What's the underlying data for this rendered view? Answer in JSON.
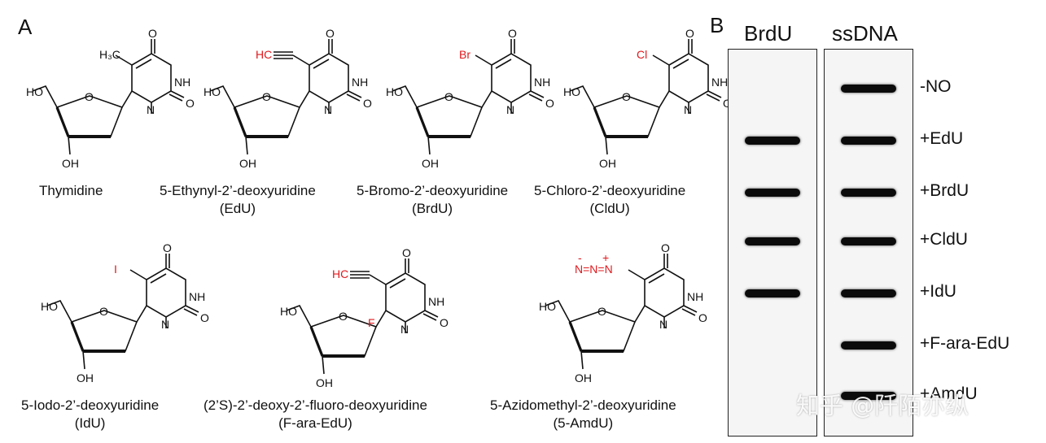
{
  "panelA": {
    "letter": "A",
    "common_atoms": {
      "oh": "OH",
      "ho": "HO",
      "nh": "NH",
      "n": "N",
      "o": "O"
    },
    "compounds": [
      {
        "name": "Thymidine",
        "abbr": "",
        "substituent": "H₃C",
        "substituent_color": "#111111"
      },
      {
        "name": "5-Ethynyl-2’-deoxyuridine",
        "abbr": "(EdU)",
        "substituent": "HC",
        "substituent_color": "#e0191e"
      },
      {
        "name": "5-Bromo-2’-deoxyuridine",
        "abbr": "(BrdU)",
        "substituent": "Br",
        "substituent_color": "#e0191e"
      },
      {
        "name": "5-Chloro-2’-deoxyuridine",
        "abbr": "(CldU)",
        "substituent": "Cl",
        "substituent_color": "#e0191e"
      },
      {
        "name": "5-Iodo-2’-deoxyuridine",
        "abbr": "(IdU)",
        "substituent": "I",
        "substituent_color": "#e0191e"
      },
      {
        "name": "(2’S)-2’-deoxy-2’-fluoro-deoxyuridine",
        "abbr": "(F-ara-EdU)",
        "substituent": "HC",
        "substituent_color": "#e0191e",
        "extra": "F"
      },
      {
        "name": "5-Azidomethyl-2’-deoxyuridine",
        "abbr": "(5-AmdU)",
        "substituent": "N=N=N",
        "substituent_color": "#e0191e",
        "charges": {
          "minus": "-",
          "plus": "+"
        }
      }
    ]
  },
  "panelB": {
    "letter": "B",
    "strips": [
      {
        "header": "BrdU",
        "band_signal": [
          0,
          1,
          1,
          1,
          1,
          0,
          0
        ]
      },
      {
        "header": "ssDNA",
        "band_signal": [
          1,
          1,
          1,
          1,
          1,
          1,
          1
        ]
      }
    ],
    "lanes": [
      "-NO",
      "+EdU",
      "+BrdU",
      "+CldU",
      "+IdU",
      "+F-ara-EdU",
      "+AmdU"
    ],
    "band_color": "#0b0b0b"
  },
  "watermark": "知乎 @阡陌亦纵"
}
